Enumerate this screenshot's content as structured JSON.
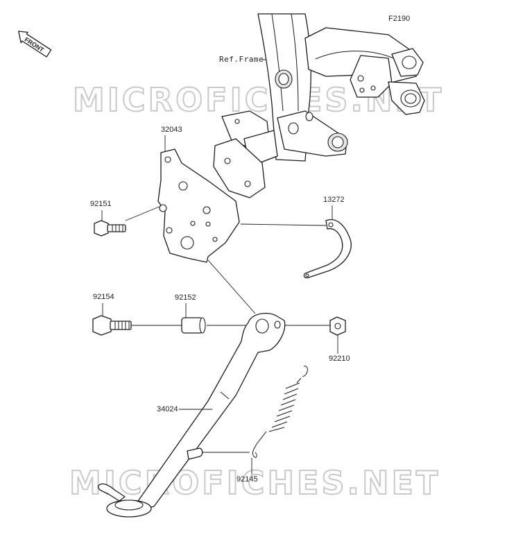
{
  "figure_code": "F2190",
  "front_indicator": "FRONT",
  "ref_frame_label": "Ref.Frame",
  "watermark": "MICROFICHES.NET",
  "parts": [
    {
      "id": "p32043",
      "number": "32043"
    },
    {
      "id": "p92151",
      "number": "92151"
    },
    {
      "id": "p13272",
      "number": "13272"
    },
    {
      "id": "p92154",
      "number": "92154"
    },
    {
      "id": "p92152",
      "number": "92152"
    },
    {
      "id": "p92210",
      "number": "92210"
    },
    {
      "id": "p34024",
      "number": "34024"
    },
    {
      "id": "p92145",
      "number": "92145"
    }
  ]
}
